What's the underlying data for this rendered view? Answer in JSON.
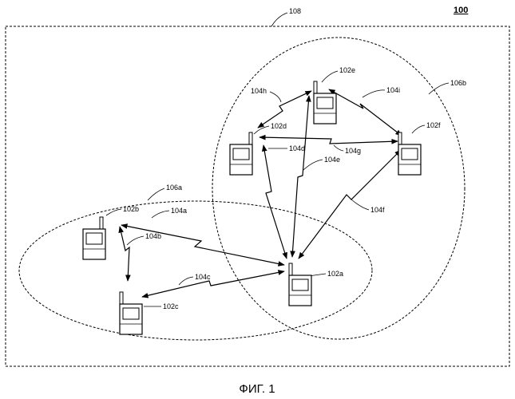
{
  "figure": {
    "ref_number": "100",
    "caption": "ФИГ. 1",
    "area_label": "108"
  },
  "cells": [
    {
      "id": "106a",
      "label": "106a"
    },
    {
      "id": "106b",
      "label": "106b"
    }
  ],
  "devices": [
    {
      "id": "102a",
      "label": "102a"
    },
    {
      "id": "102b",
      "label": "102b"
    },
    {
      "id": "102c",
      "label": "102c"
    },
    {
      "id": "102d",
      "label": "102d"
    },
    {
      "id": "102e",
      "label": "102e"
    },
    {
      "id": "102f",
      "label": "102f"
    }
  ],
  "links": [
    {
      "id": "104a",
      "label": "104a",
      "from": "102b",
      "to": "102a"
    },
    {
      "id": "104b",
      "label": "104b",
      "from": "102b",
      "to": "102c"
    },
    {
      "id": "104c",
      "label": "104c",
      "from": "102c",
      "to": "102a"
    },
    {
      "id": "104d",
      "label": "104d",
      "from": "102d",
      "to": "102a"
    },
    {
      "id": "104e",
      "label": "104e",
      "from": "102e",
      "to": "102a"
    },
    {
      "id": "104f",
      "label": "104f",
      "from": "102f",
      "to": "102a"
    },
    {
      "id": "104g",
      "label": "104g",
      "from": "102d",
      "to": "102f"
    },
    {
      "id": "104h",
      "label": "104h",
      "from": "102d",
      "to": "102e"
    },
    {
      "id": "104i",
      "label": "104i",
      "from": "102e",
      "to": "102f"
    }
  ]
}
